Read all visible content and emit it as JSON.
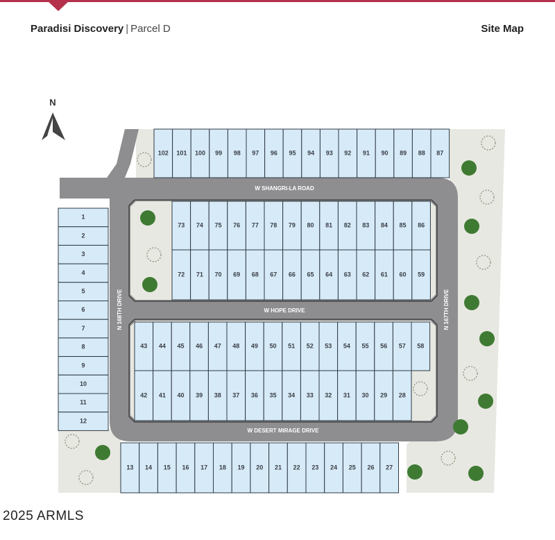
{
  "header": {
    "community": "Paradisi Discovery",
    "separator": "|",
    "parcel": "Parcel D",
    "page_label": "Site Map",
    "accent_color": "#b5304a"
  },
  "compass": {
    "label": "N"
  },
  "roads": {
    "shangri_la": "W SHANGRI-LA ROAD",
    "hope": "W HOPE DRIVE",
    "desert_mirage": "W DESERT MIRAGE DRIVE",
    "n168": "N 168TH DRIVE",
    "n167": "N 167TH DRIVE"
  },
  "lots": {
    "west_column": [
      "1",
      "2",
      "3",
      "4",
      "5",
      "6",
      "7",
      "8",
      "9",
      "10",
      "11",
      "12"
    ],
    "south_row": [
      "13",
      "14",
      "15",
      "16",
      "17",
      "18",
      "19",
      "20",
      "21",
      "22",
      "23",
      "24",
      "25",
      "26",
      "27"
    ],
    "south_block_bottom": [
      "42",
      "41",
      "40",
      "39",
      "38",
      "37",
      "36",
      "35",
      "34",
      "33",
      "32",
      "31",
      "30",
      "29",
      "28"
    ],
    "south_block_top": [
      "43",
      "44",
      "45",
      "46",
      "47",
      "48",
      "49",
      "50",
      "51",
      "52",
      "53",
      "54",
      "55",
      "56",
      "57",
      "58"
    ],
    "north_block_bottom": [
      "72",
      "71",
      "70",
      "69",
      "68",
      "67",
      "66",
      "65",
      "64",
      "63",
      "62",
      "61",
      "60",
      "59"
    ],
    "north_block_top": [
      "73",
      "74",
      "75",
      "76",
      "77",
      "78",
      "79",
      "80",
      "81",
      "82",
      "83",
      "84",
      "85",
      "86"
    ],
    "north_row": [
      "102",
      "101",
      "100",
      "99",
      "98",
      "97",
      "96",
      "95",
      "94",
      "93",
      "92",
      "91",
      "90",
      "89",
      "88",
      "87"
    ]
  },
  "colors": {
    "lot_fill": "#d7eaf7",
    "road": "#8e8e90",
    "open_space": "#e8e8e2",
    "tree": "#3f7a33"
  },
  "footer": {
    "copyright": "2025 ARMLS"
  }
}
